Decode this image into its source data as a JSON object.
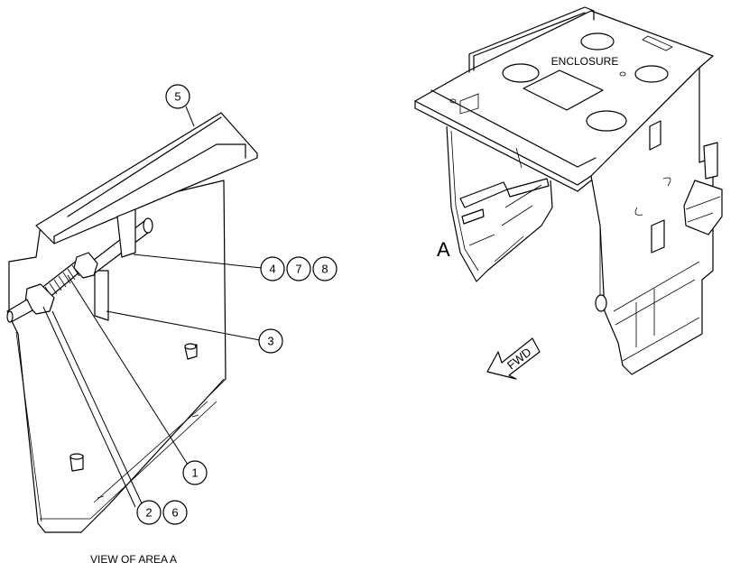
{
  "labels": {
    "enclosure": "ENCLOSURE",
    "view_marker": "A",
    "fwd": "FWD",
    "view_caption": "VIEW OF AREA  A"
  },
  "callouts": {
    "c1": "1",
    "c2": "2",
    "c3": "3",
    "c4": "4",
    "c5": "5",
    "c6": "6",
    "c7": "7",
    "c8": "8"
  }
}
